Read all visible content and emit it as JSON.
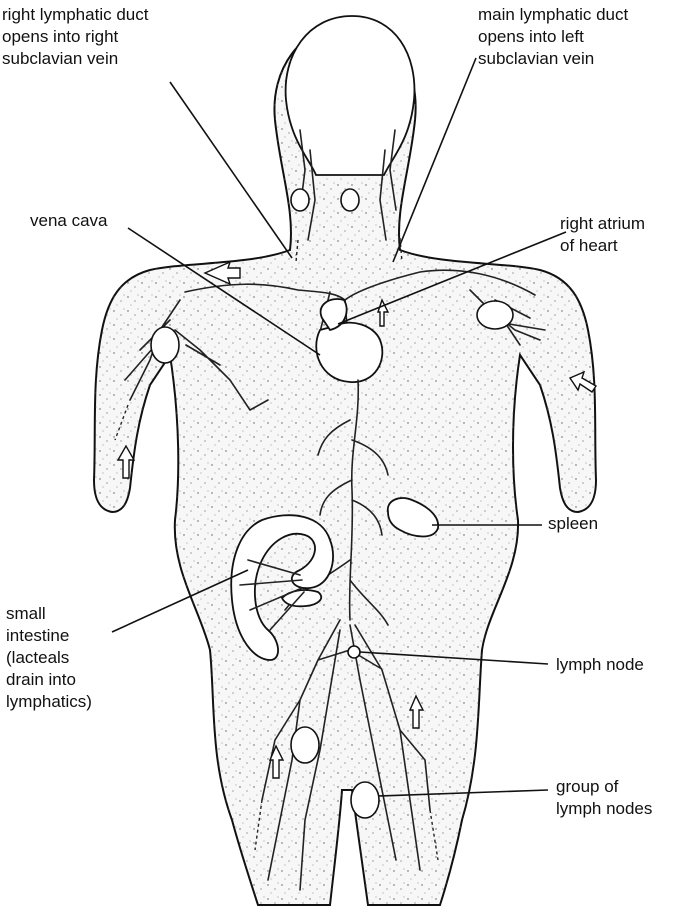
{
  "labels": {
    "right_lymphatic_duct": "right lymphatic duct\nopens into right\nsubclavian vein",
    "main_lymphatic_duct": "main lymphatic duct\nopens into left\nsubclavian vein",
    "vena_cava": "vena cava",
    "right_atrium": "right atrium\nof heart",
    "spleen": "spleen",
    "small_intestine": "small\nintestine\n(lacteals\ndrain into\nlymphatics)",
    "lymph_node": "lymph node",
    "group_of_lymph_nodes": "group of\nlymph nodes"
  }
}
